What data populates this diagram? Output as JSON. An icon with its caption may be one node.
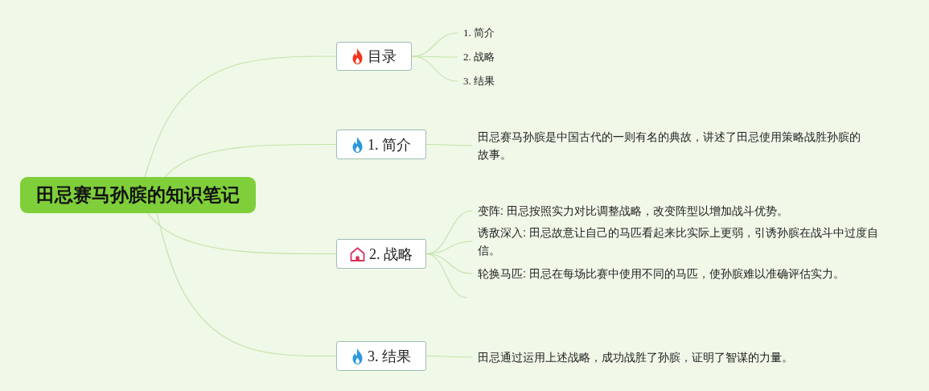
{
  "diagram": {
    "nodes": [
      {
        "text": [
          "田忌赛马孙膑的知识笔记"
        ]
      },
      {
        "text": [
          "目录"
        ]
      },
      {
        "text": [
          "1. 简介"
        ]
      },
      {
        "text": [
          "2. 战略"
        ]
      },
      {
        "text": [
          "3. 结果"
        ]
      },
      {
        "text": [
          "1. 简介"
        ]
      },
      {
        "text": [
          "2. 战略"
        ]
      },
      {
        "text": [
          "3. 结果"
        ]
      },
      {
        "text": [
          "田忌赛马孙膑是中国古代的一则有名的典故，讲述了田忌使用策略战胜孙膑的故事。"
        ]
      },
      {
        "text": [
          "变阵: 田忌按照实力对比调整战略，改变阵型以增加战斗优势。"
        ]
      },
      {
        "text": [
          "诱敌深入: 田忌故意让自己的马匹看起来比实际上更弱，引诱孙膑在战斗中过度自信。"
        ]
      },
      {
        "text": [
          "轮换马匹: 田忌在每场比赛中使用不同的马匹，使孙膑难以准确评估实力。"
        ]
      },
      {
        "text": [
          "田忌通过运用上述战略，成功战胜了孙膑，证明了智谋的力量。"
        ]
      }
    ],
    "edges": [
      {
        "from": 0,
        "to": 1,
        "arrow": "none"
      },
      {
        "from": 0,
        "to": 2,
        "arrow": "none"
      },
      {
        "from": 0,
        "to": 3,
        "arrow": "none"
      },
      {
        "from": 0,
        "to": 4,
        "arrow": "none"
      },
      {
        "from": 1,
        "to": 5,
        "arrow": "none"
      },
      {
        "from": 1,
        "to": 6,
        "arrow": "none"
      },
      {
        "from": 1,
        "to": 7,
        "arrow": "none"
      },
      {
        "from": 2,
        "to": 8,
        "arrow": "none"
      },
      {
        "from": 3,
        "to": 9,
        "arrow": "none"
      },
      {
        "from": 3,
        "to": 10,
        "arrow": "none"
      },
      {
        "from": 3,
        "to": 11,
        "arrow": "none"
      },
      {
        "from": 3,
        "to": null,
        "arrow": "none"
      },
      {
        "from": 4,
        "to": 12,
        "arrow": "none"
      }
    ]
  }
}
